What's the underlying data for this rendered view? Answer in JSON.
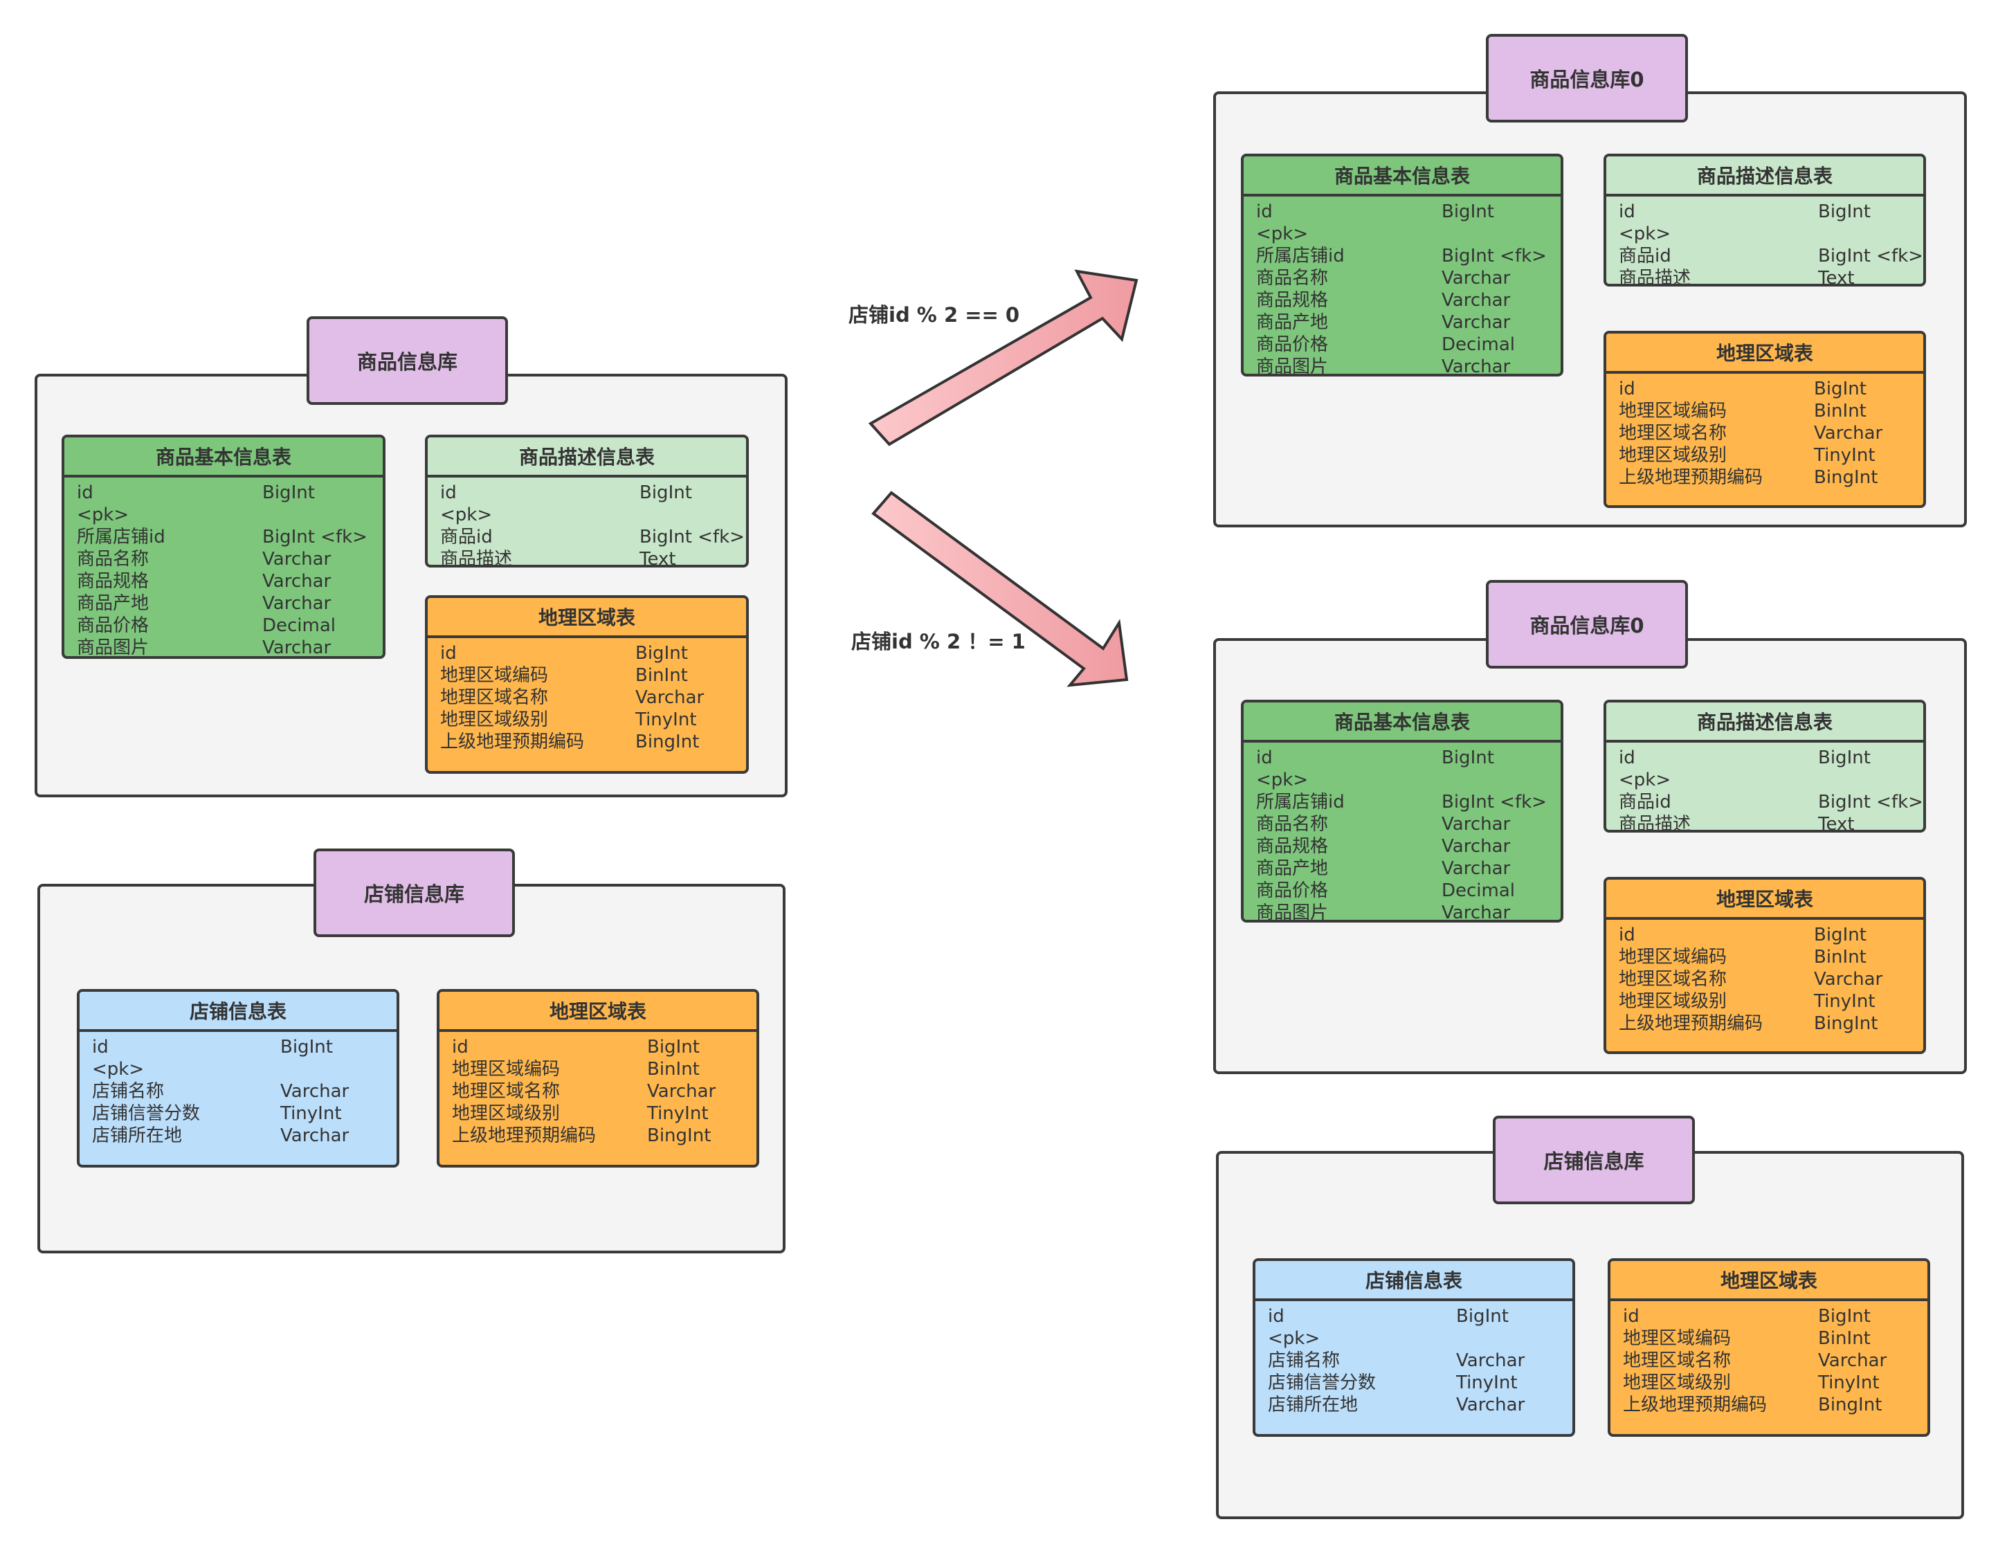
{
  "rules": {
    "even": "店铺id % 2 == 0",
    "odd": "店铺id % 2 ！= 1"
  },
  "tables": {
    "product_basic": {
      "title": "商品基本信息表",
      "rows": [
        {
          "name": "id",
          "type": "BigInt"
        },
        {
          "name": "<pk>",
          "type": ""
        },
        {
          "name": "所属店铺id",
          "type": "BigInt <fk>"
        },
        {
          "name": "商品名称",
          "type": "Varchar"
        },
        {
          "name": "商品规格",
          "type": "Varchar"
        },
        {
          "name": "商品产地",
          "type": "Varchar"
        },
        {
          "name": "商品价格",
          "type": "Decimal"
        },
        {
          "name": "商品图片",
          "type": "Varchar"
        }
      ]
    },
    "product_desc": {
      "title": "商品描述信息表",
      "rows": [
        {
          "name": "id",
          "type": "BigInt"
        },
        {
          "name": "<pk>",
          "type": ""
        },
        {
          "name": "商品id",
          "type": "BigInt <fk>"
        },
        {
          "name": "商品描述",
          "type": "Text"
        }
      ]
    },
    "region": {
      "title": "地理区域表",
      "rows": [
        {
          "name": "id",
          "type": "BigInt"
        },
        {
          "name": "地理区域编码",
          "type": "BinInt"
        },
        {
          "name": "地理区域名称",
          "type": "Varchar"
        },
        {
          "name": "地理区域级别",
          "type": "TinyInt"
        },
        {
          "name": "上级地理预期编码",
          "type": "BingInt"
        }
      ]
    },
    "shop": {
      "title": "店铺信息表",
      "rows": [
        {
          "name": "id",
          "type": "BigInt"
        },
        {
          "name": "<pk>",
          "type": ""
        },
        {
          "name": "店铺名称",
          "type": "Varchar"
        },
        {
          "name": "店铺信誉分数",
          "type": "TinyInt"
        },
        {
          "name": "店铺所在地",
          "type": "Varchar"
        }
      ]
    }
  },
  "databases": {
    "product_src": {
      "title": "商品信息库"
    },
    "shop_src": {
      "title": "店铺信息库"
    },
    "product_0": {
      "title": "商品信息库0"
    },
    "product_1": {
      "title": "商品信息库0"
    },
    "shop_dst": {
      "title": "店铺信息库"
    }
  },
  "colors": {
    "db_title": "#e1bee7",
    "product_basic": "#7dc67c",
    "product_desc": "#c8e6c9",
    "region": "#ffb74d",
    "shop": "#bbdefb",
    "arrow": "#f4a6aa"
  }
}
